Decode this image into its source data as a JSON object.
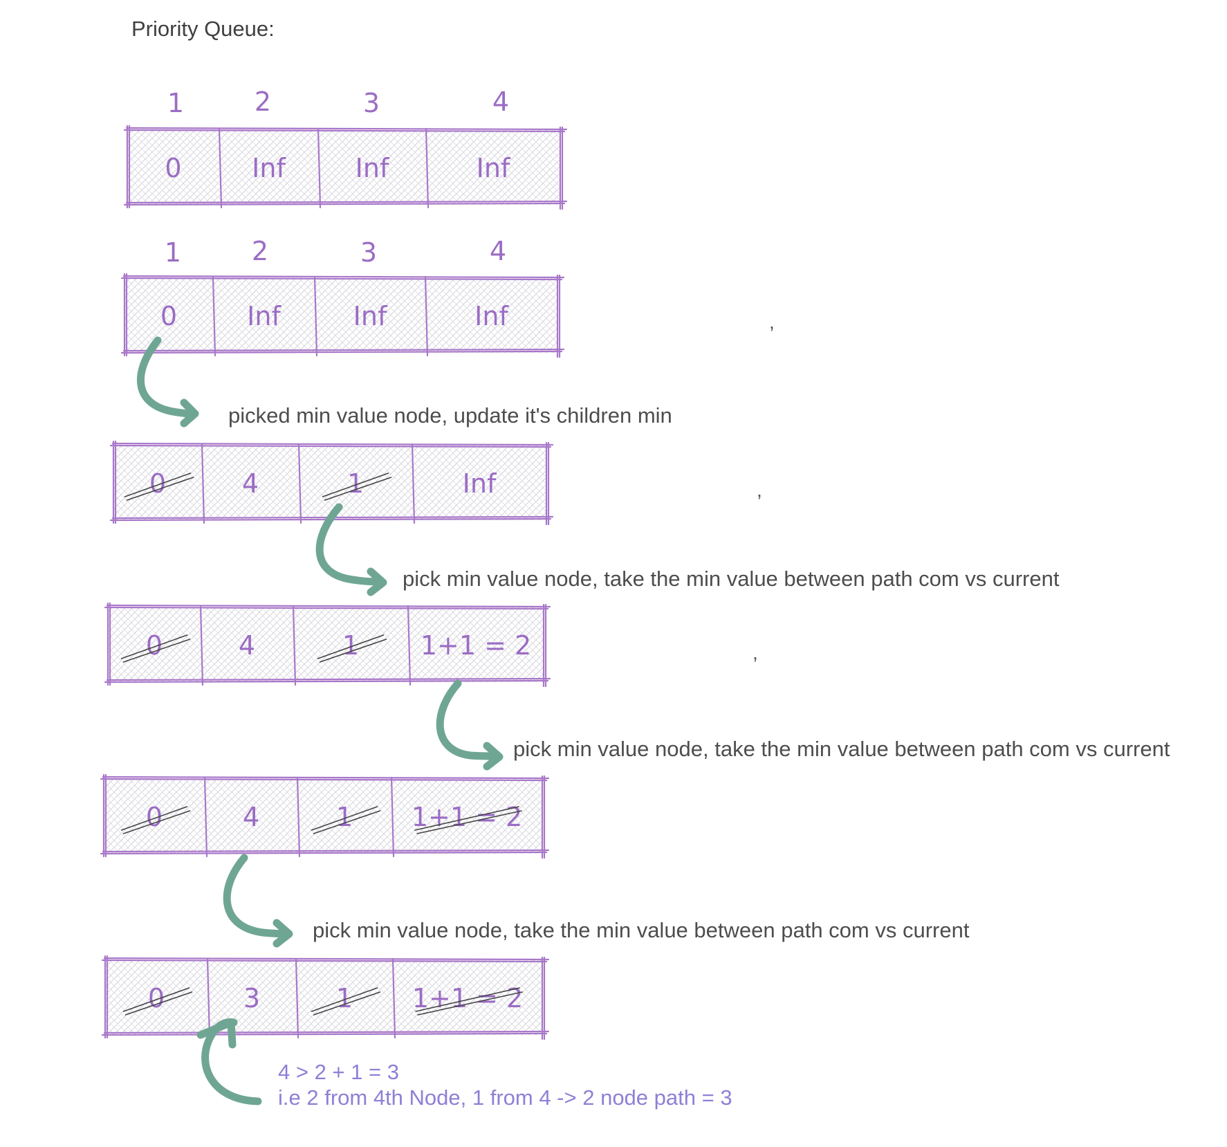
{
  "title": "Priority Queue:",
  "index_labels": [
    "1",
    "2",
    "3",
    "4"
  ],
  "arrays": [
    {
      "cells": [
        {
          "value": "0",
          "struck": false
        },
        {
          "value": "Inf",
          "struck": false
        },
        {
          "value": "Inf",
          "struck": false
        },
        {
          "value": "Inf",
          "struck": false
        }
      ]
    },
    {
      "cells": [
        {
          "value": "0",
          "struck": false
        },
        {
          "value": "Inf",
          "struck": false
        },
        {
          "value": "Inf",
          "struck": false
        },
        {
          "value": "Inf",
          "struck": false
        }
      ]
    },
    {
      "cells": [
        {
          "value": "0",
          "struck": true
        },
        {
          "value": "4",
          "struck": false
        },
        {
          "value": "1",
          "struck": true
        },
        {
          "value": "Inf",
          "struck": false
        }
      ]
    },
    {
      "cells": [
        {
          "value": "0",
          "struck": true
        },
        {
          "value": "4",
          "struck": false
        },
        {
          "value": "1",
          "struck": true
        },
        {
          "value": "1+1 = 2",
          "struck": false
        }
      ]
    },
    {
      "cells": [
        {
          "value": "0",
          "struck": true
        },
        {
          "value": "4",
          "struck": false
        },
        {
          "value": "1",
          "struck": true
        },
        {
          "value": "1+1 = 2",
          "struck": true
        }
      ]
    },
    {
      "cells": [
        {
          "value": "0",
          "struck": true
        },
        {
          "value": "3",
          "struck": false
        },
        {
          "value": "1",
          "struck": true
        },
        {
          "value": "1+1 = 2",
          "struck": true
        }
      ]
    }
  ],
  "captions": [
    "picked min value node, update it's children min",
    "pick min value node, take the min value between path com vs current",
    "pick min value node, take the min value between path com vs current",
    "pick min value node, take the min value between path com vs current"
  ],
  "commas": [
    ",",
    ",",
    ","
  ],
  "note": {
    "line1": "4 > 2  + 1 = 3",
    "line2": "i.e 2 from 4th Node, 1 from 4 -> 2 node path = 3"
  },
  "colors": {
    "box_stroke": "#a877c9",
    "cell_text": "#9b6cc4",
    "arrow": "#6fa693",
    "strike": "#444444",
    "hatch": "#cfcfd6",
    "note": "#8f7fd6"
  }
}
